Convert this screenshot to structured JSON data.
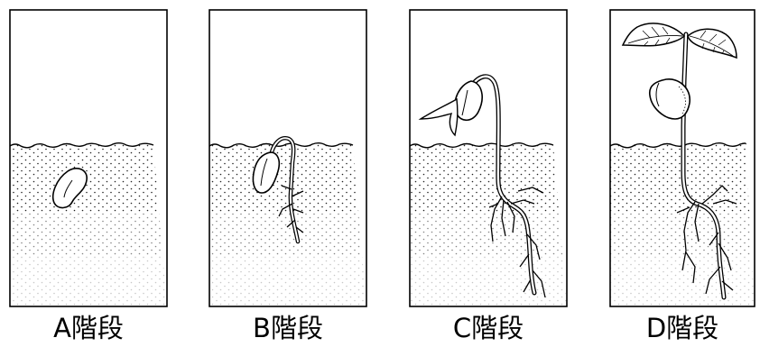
{
  "stages": [
    {
      "label": "A階段"
    },
    {
      "label": "B階段"
    },
    {
      "label": "C階段"
    },
    {
      "label": "D階段"
    }
  ]
}
